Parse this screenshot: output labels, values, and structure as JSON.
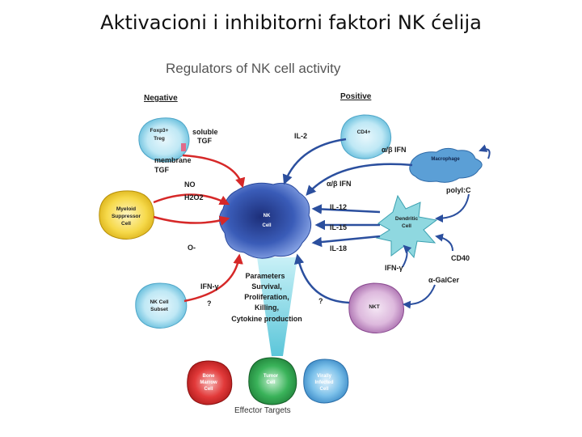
{
  "slide": {
    "title": "Aktivacioni i inhibitorni faktori NK ćelija"
  },
  "figure": {
    "title": "Regulators of NK cell activity",
    "negative_header": "Negative",
    "positive_header": "Positive",
    "treg": {
      "line1": "Foxp3+",
      "line2": "Treg"
    },
    "myeloid": {
      "line1": "Myeloid",
      "line2": "Suppressor",
      "line3": "Cell"
    },
    "nk_subset": {
      "line1": "NK Cell",
      "line2": "Subset"
    },
    "nk_center": {
      "line1": "NK",
      "line2": "Cell"
    },
    "cd4": "CD4+",
    "macrophage": "Macrophage",
    "dendritic": {
      "line1": "Dendritic",
      "line2": "Cell"
    },
    "nkt": "NKT",
    "labels": {
      "soluble_tgf_1": "soluble",
      "soluble_tgf_2": "TGF",
      "membrane_tgf_1": "membrane",
      "membrane_tgf_2": "TGF",
      "no": "NO",
      "h2o2": "H2O2",
      "o_minus": "O-",
      "ifn_gamma_left": "IFN-γ",
      "q_left": "?",
      "il2": "IL-2",
      "ab_ifn_top": "α/β IFN",
      "ab_ifn_mid": "α/β IFN",
      "polyic": "polyI:C",
      "il12": "IL-12",
      "il15": "IL-15",
      "il18": "IL-18",
      "cd40": "CD40",
      "ifn_gamma_right": "IFN-γ",
      "galcer": "α-GalCer",
      "q_right": "?"
    },
    "parameters": {
      "line1": "Parameters",
      "line2": "Survival,",
      "line3": "Proliferation,",
      "line4": "Killing,",
      "line5": "Cytokine production"
    },
    "targets": {
      "bone": {
        "line1": "Bone",
        "line2": "Marrow",
        "line3": "Cell"
      },
      "tumor": {
        "line1": "Tumor",
        "line2": "Cell"
      },
      "virus": {
        "line1": "Virally",
        "line2": "Infected",
        "line3": "Cell"
      }
    },
    "effector_caption": "Effector Targets",
    "colors": {
      "inhibit_arrow": "#d62828",
      "activate_arrow": "#2b4f9e",
      "treg_cell": "#8fd3ea",
      "myeloid_cell": "#f2c61f",
      "nk_cell": "#4f73c9",
      "cd4_cell": "#8fd3ea",
      "macrophage_cell": "#5b9fd6",
      "dendritic_cell": "#8fd8e0",
      "nkt_cell": "#b47ab8",
      "bone_cell": "#e23a3a",
      "tumor_cell": "#3ab35a",
      "virus_cell": "#4fa8e0",
      "funnel": "#6fd3e3"
    }
  }
}
